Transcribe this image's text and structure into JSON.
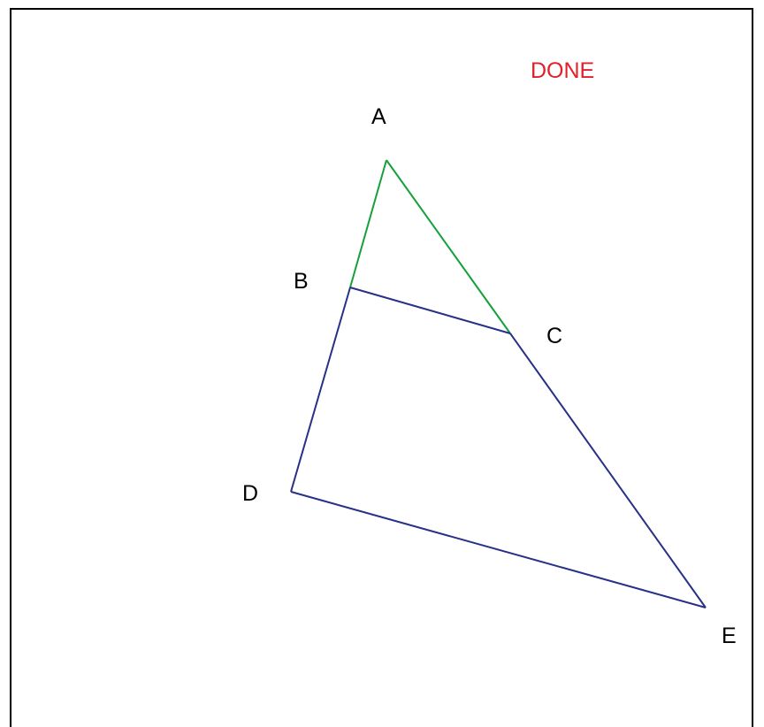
{
  "status": {
    "text": "DONE",
    "color": "#e0202a"
  },
  "points": {
    "A": "A",
    "B": "B",
    "C": "C",
    "D": "D",
    "E": "E"
  },
  "colors": {
    "highlight": "#14a03c",
    "base": "#283088",
    "border": "#000000",
    "text": "#000000"
  }
}
